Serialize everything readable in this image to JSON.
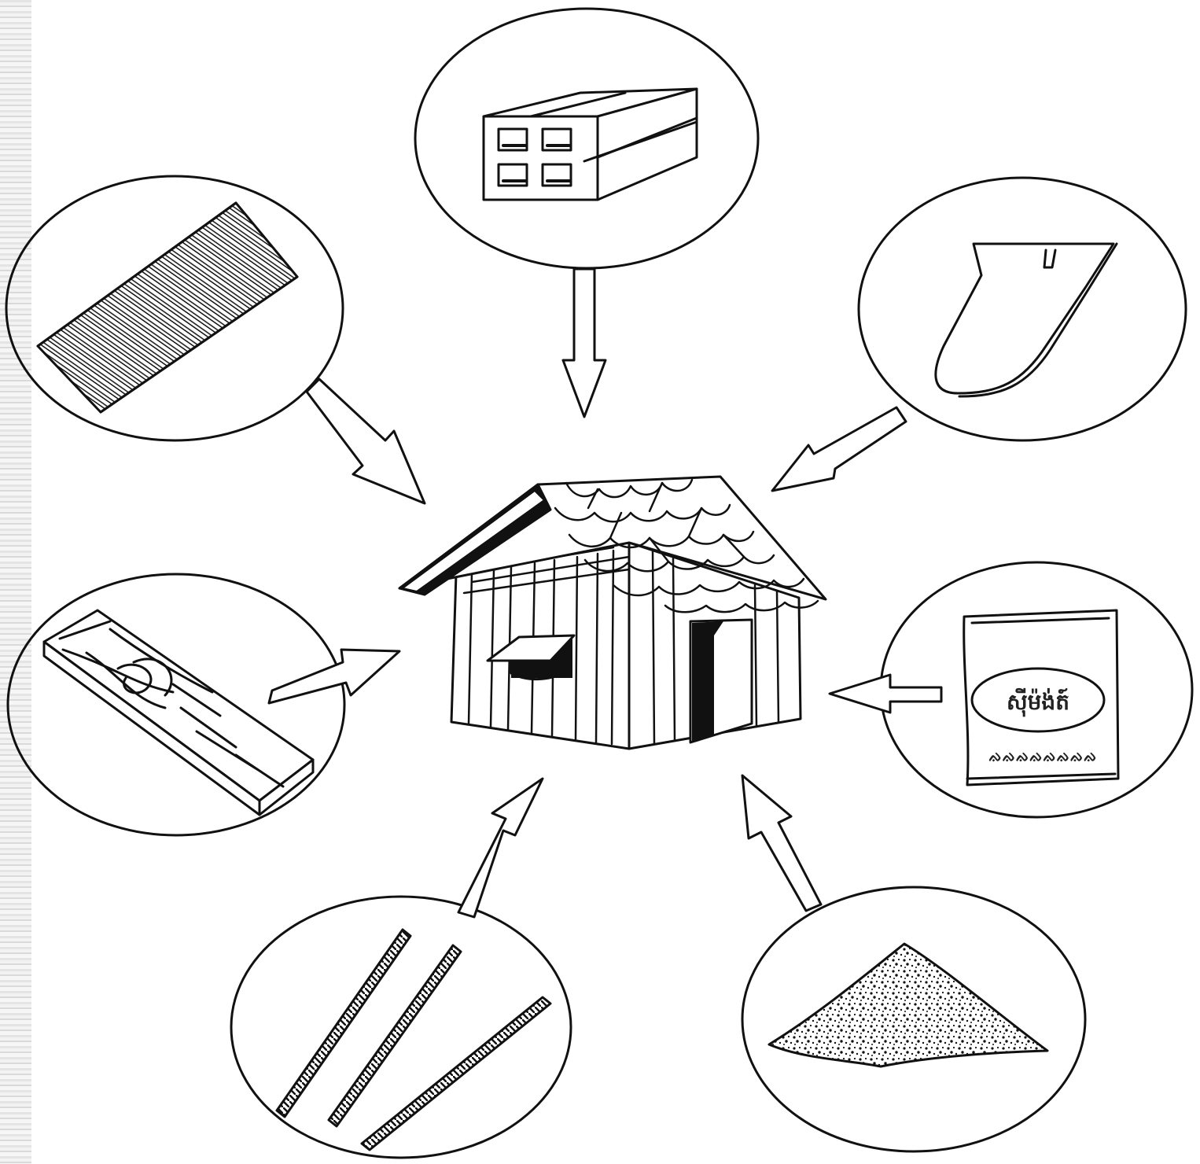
{
  "illustration": {
    "subject": "house-building-materials",
    "material_items": [
      {
        "icon": "hollow-concrete-block-icon"
      },
      {
        "icon": "roof-tile-icon"
      },
      {
        "icon": "cement-bag-icon",
        "label": "ស៊ីម៉ង់ត៍",
        "small_print": "ᨁᨁᨁᨁᨁᨁᨁᨁ"
      },
      {
        "icon": "sand-pile-icon"
      },
      {
        "icon": "steel-rebar-icon"
      },
      {
        "icon": "wooden-plank-icon"
      },
      {
        "icon": "corrugated-sheet-icon"
      }
    ],
    "center_icon": "house-icon",
    "colors": {
      "ink": "#111111",
      "paper": "#ffffff"
    }
  }
}
